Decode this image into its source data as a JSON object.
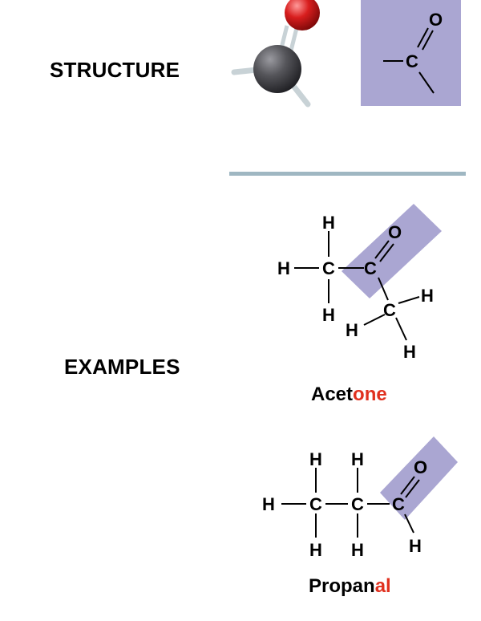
{
  "structure": {
    "label": "STRUCTURE"
  },
  "examples": {
    "label": "EXAMPLES"
  },
  "atoms": {
    "H": "H",
    "C": "C",
    "O": "O"
  },
  "acetone": {
    "name_stem": "Acet",
    "name_suffix": "one"
  },
  "propanal": {
    "name_stem": "Propan",
    "name_suffix": "al"
  },
  "colors": {
    "highlight_box": "#aaa6d2",
    "divider": "#9fb7c2",
    "suffix_red": "#e0301e",
    "carbon_ball": "#4a4a4e",
    "oxygen_ball": "#d21b1b"
  }
}
